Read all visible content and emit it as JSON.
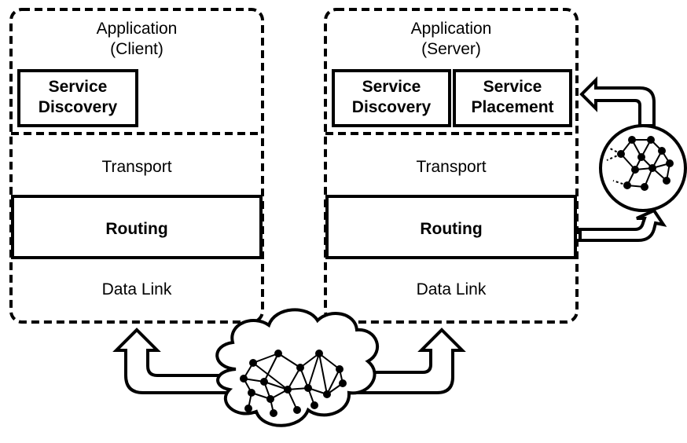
{
  "client_stack": {
    "application_line1": "Application",
    "application_line2": "(Client)",
    "service_discovery_line1": "Service",
    "service_discovery_line2": "Discovery",
    "transport": "Transport",
    "routing": "Routing",
    "data_link": "Data Link"
  },
  "server_stack": {
    "application_line1": "Application",
    "application_line2": "(Server)",
    "service_discovery_line1": "Service",
    "service_discovery_line2": "Discovery",
    "service_placement_line1": "Service",
    "service_placement_line2": "Placement",
    "transport": "Transport",
    "routing": "Routing",
    "data_link": "Data Link"
  },
  "colors": {
    "stroke": "#000000",
    "background": "#ffffff"
  },
  "icons": [
    "network-cloud-icon",
    "network-graph-circle-icon",
    "arrow-up-icon",
    "arrow-curved-icon"
  ]
}
